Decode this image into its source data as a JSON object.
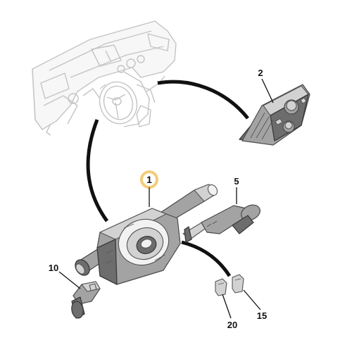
{
  "diagram": {
    "callouts": {
      "main": "1",
      "control_panel": "2",
      "right_stalk": "5",
      "left_stalk": "10",
      "clip_a": "15",
      "clip_b": "20"
    },
    "colors": {
      "highlight_ring": "#f2cc7a",
      "ink": "#111111",
      "dashboard_lines": "#c4c4c4",
      "part_shading": "#a3a3a3"
    }
  }
}
